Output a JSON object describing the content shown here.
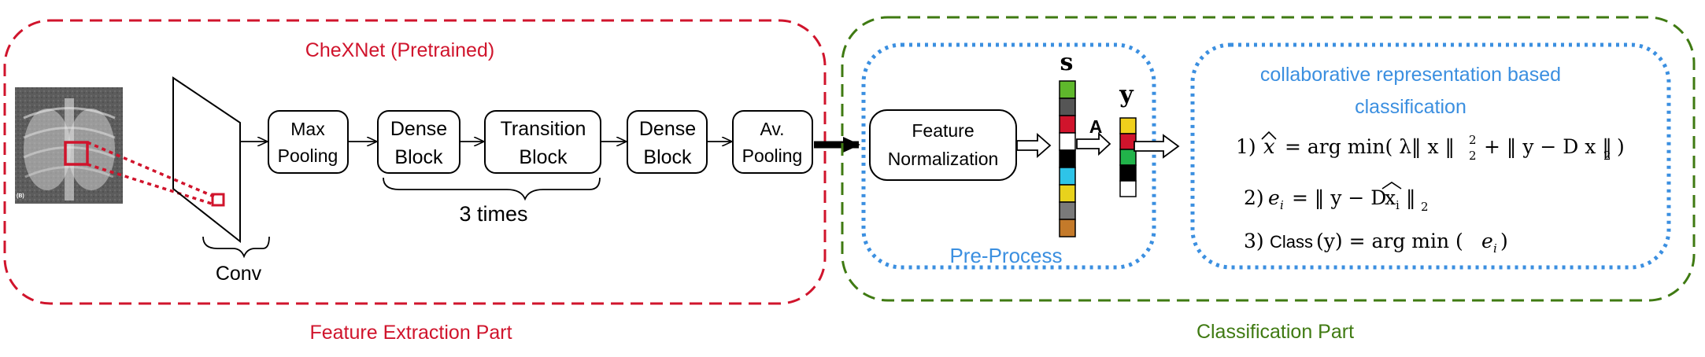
{
  "extraction": {
    "title": "CheXNet (Pretrained)",
    "part_label": "Feature Extraction Part",
    "conv_label": "Conv",
    "blocks": {
      "max_pool": [
        "Max",
        "Pooling"
      ],
      "dense1": [
        "Dense",
        "Block"
      ],
      "transition": [
        "Transition",
        "Block"
      ],
      "dense2": [
        "Dense",
        "Block"
      ],
      "av_pool": [
        "Av.",
        "Pooling"
      ]
    },
    "repeat_label": "3 times",
    "xray_tag": "(B)"
  },
  "classification": {
    "part_label": "Classification Part",
    "preprocess_label": "Pre-Process",
    "feature_norm": [
      "Feature",
      "Normalization"
    ],
    "s_label": "s",
    "y_label": "y",
    "a_label": "A",
    "crc_title": [
      "collaborative representation based",
      "classification"
    ],
    "eq1": {
      "num": "1)",
      "lhs": "x",
      "rest": "= arg min( λ‖ x ‖",
      "sup": "2",
      "sub": "2",
      "tail": "+ ‖ y  − D x ‖",
      "tail_sub": "2",
      "close": ")"
    },
    "eq2": {
      "num": "2)",
      "lhs": "e",
      "lhs_sub": "i",
      "rest": "= ‖ y  − D",
      "x": "x",
      "x_sub": "i",
      "tail": "‖",
      "tail_sub": "2"
    },
    "eq3": {
      "num": "3)",
      "class_word": "Class",
      "rest": "(y)  =  arg min (",
      "e": "e",
      "e_sub": "i",
      "close": ")"
    }
  },
  "colors": {
    "red": "#d0142c",
    "green": "#3f7a12",
    "blue": "#3b8fe0",
    "black": "#000000"
  },
  "vector_s": [
    "#5fb82c",
    "#555555",
    "#d0142c",
    "#ffffff",
    "#000000",
    "#2ec4e8",
    "#e8d21c",
    "#7a7a7a",
    "#c47a2a"
  ],
  "vector_y": [
    "#f0d01c",
    "#d0142c",
    "#21b34a",
    "#000000",
    "#ffffff"
  ]
}
